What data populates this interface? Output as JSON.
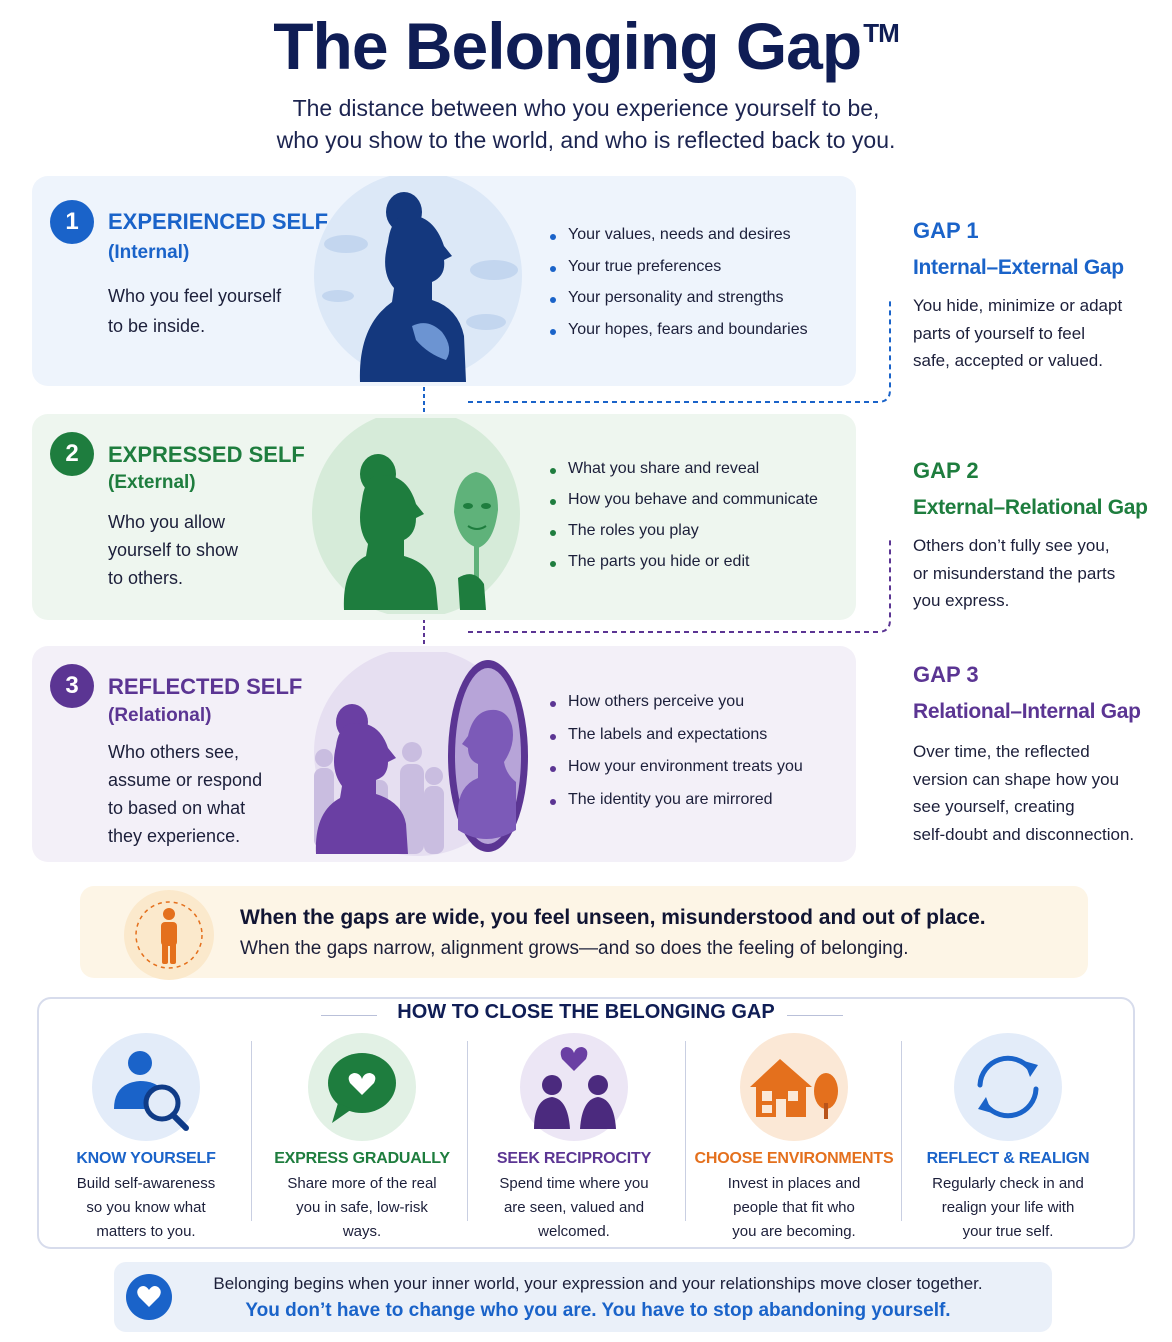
{
  "header": {
    "title": "The Belonging Gap",
    "trademark": "TM",
    "subtitle_line1": "The distance between who you experience yourself to be,",
    "subtitle_line2": "who you show to the world, and who is reflected back to you."
  },
  "selves": [
    {
      "number": "1",
      "title": "EXPERIENCED SELF",
      "subtitle": "(Internal)",
      "desc": [
        "Who you feel yourself",
        "to be inside."
      ],
      "bullets": [
        "Your values, needs and desires",
        "Your true preferences",
        "Your personality and strengths",
        "Your hopes, fears and boundaries"
      ]
    },
    {
      "number": "2",
      "title": "EXPRESSED SELF",
      "subtitle": "(External)",
      "desc": [
        "Who you allow",
        "yourself to show",
        "to others."
      ],
      "bullets": [
        "What you share and reveal",
        "How you behave and communicate",
        "The roles you play",
        "The parts you hide or edit"
      ]
    },
    {
      "number": "3",
      "title": "REFLECTED SELF",
      "subtitle": "(Relational)",
      "desc": [
        "Who others see,",
        "assume or respond",
        "to based on what",
        "they experience."
      ],
      "bullets": [
        "How others perceive you",
        "The labels and expectations",
        "How your environment treats you",
        "The identity you are mirrored"
      ]
    }
  ],
  "gaps": [
    {
      "label": "GAP 1",
      "name": "Internal–External Gap",
      "desc": [
        "You hide, minimize or adapt",
        "parts of yourself to feel",
        "safe, accepted or valued."
      ]
    },
    {
      "label": "GAP 2",
      "name": "External–Relational Gap",
      "desc": [
        "Others don’t fully see you,",
        "or misunderstand the parts",
        "you express."
      ]
    },
    {
      "label": "GAP 3",
      "name": "Relational–Internal Gap",
      "desc": [
        "Over time, the reflected",
        "version can shape how you",
        "see yourself, creating",
        "self-doubt and disconnection."
      ]
    }
  ],
  "callout": {
    "bold": "When the gaps are wide, you feel unseen, misunderstood and out of place.",
    "text": "When the gaps narrow, alignment grows—and so does the feeling of belonging."
  },
  "close": {
    "title": "HOW TO CLOSE THE BELONGING GAP",
    "steps": [
      {
        "icon": "person-search-icon",
        "title": "KNOW YOURSELF",
        "desc": [
          "Build self-awareness",
          "so you know what",
          "matters to you."
        ]
      },
      {
        "icon": "speech-heart-icon",
        "title": "EXPRESS GRADUALLY",
        "desc": [
          "Share more of the real",
          "you in safe, low-risk",
          "ways."
        ]
      },
      {
        "icon": "two-people-heart-icon",
        "title": "SEEK RECIPROCITY",
        "desc": [
          "Spend time where you",
          "are seen, valued and",
          "welcomed."
        ]
      },
      {
        "icon": "house-tree-icon",
        "title": "CHOOSE ENVIRONMENTS",
        "desc": [
          "Invest in places and",
          "people that fit who",
          "you are becoming."
        ]
      },
      {
        "icon": "refresh-arrows-icon",
        "title": "REFLECT & REALIGN",
        "desc": [
          "Regularly check in and",
          "realign your life with",
          "your true self."
        ]
      }
    ]
  },
  "footer": {
    "text": "Belonging begins when your inner world, your expression and your relationships move closer together.",
    "bold": "You don’t have to change who you are. You have to stop abandoning yourself."
  },
  "colors": {
    "navy": "#0f1d55",
    "blue": "#1a63c9",
    "green": "#1e7d3e",
    "purple": "#5b3593",
    "orange": "#e4701d"
  }
}
